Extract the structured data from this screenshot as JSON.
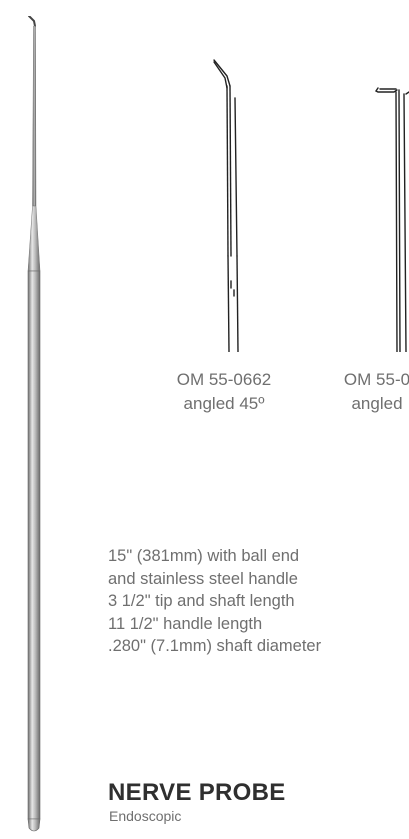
{
  "products": [
    {
      "code": "OM 55-0662",
      "description": "angled 45º"
    },
    {
      "code": "OM 55-0",
      "description": "angled"
    }
  ],
  "specs": {
    "lines": [
      "15\" (381mm) with ball end",
      "and stainless steel handle",
      "3 1/2\" tip and shaft length",
      "11 1/2\" handle length",
      ".280\" (7.1mm) shaft diameter"
    ]
  },
  "title": {
    "name": "NERVE PROBE",
    "subtitle": "Endoscopic"
  }
}
